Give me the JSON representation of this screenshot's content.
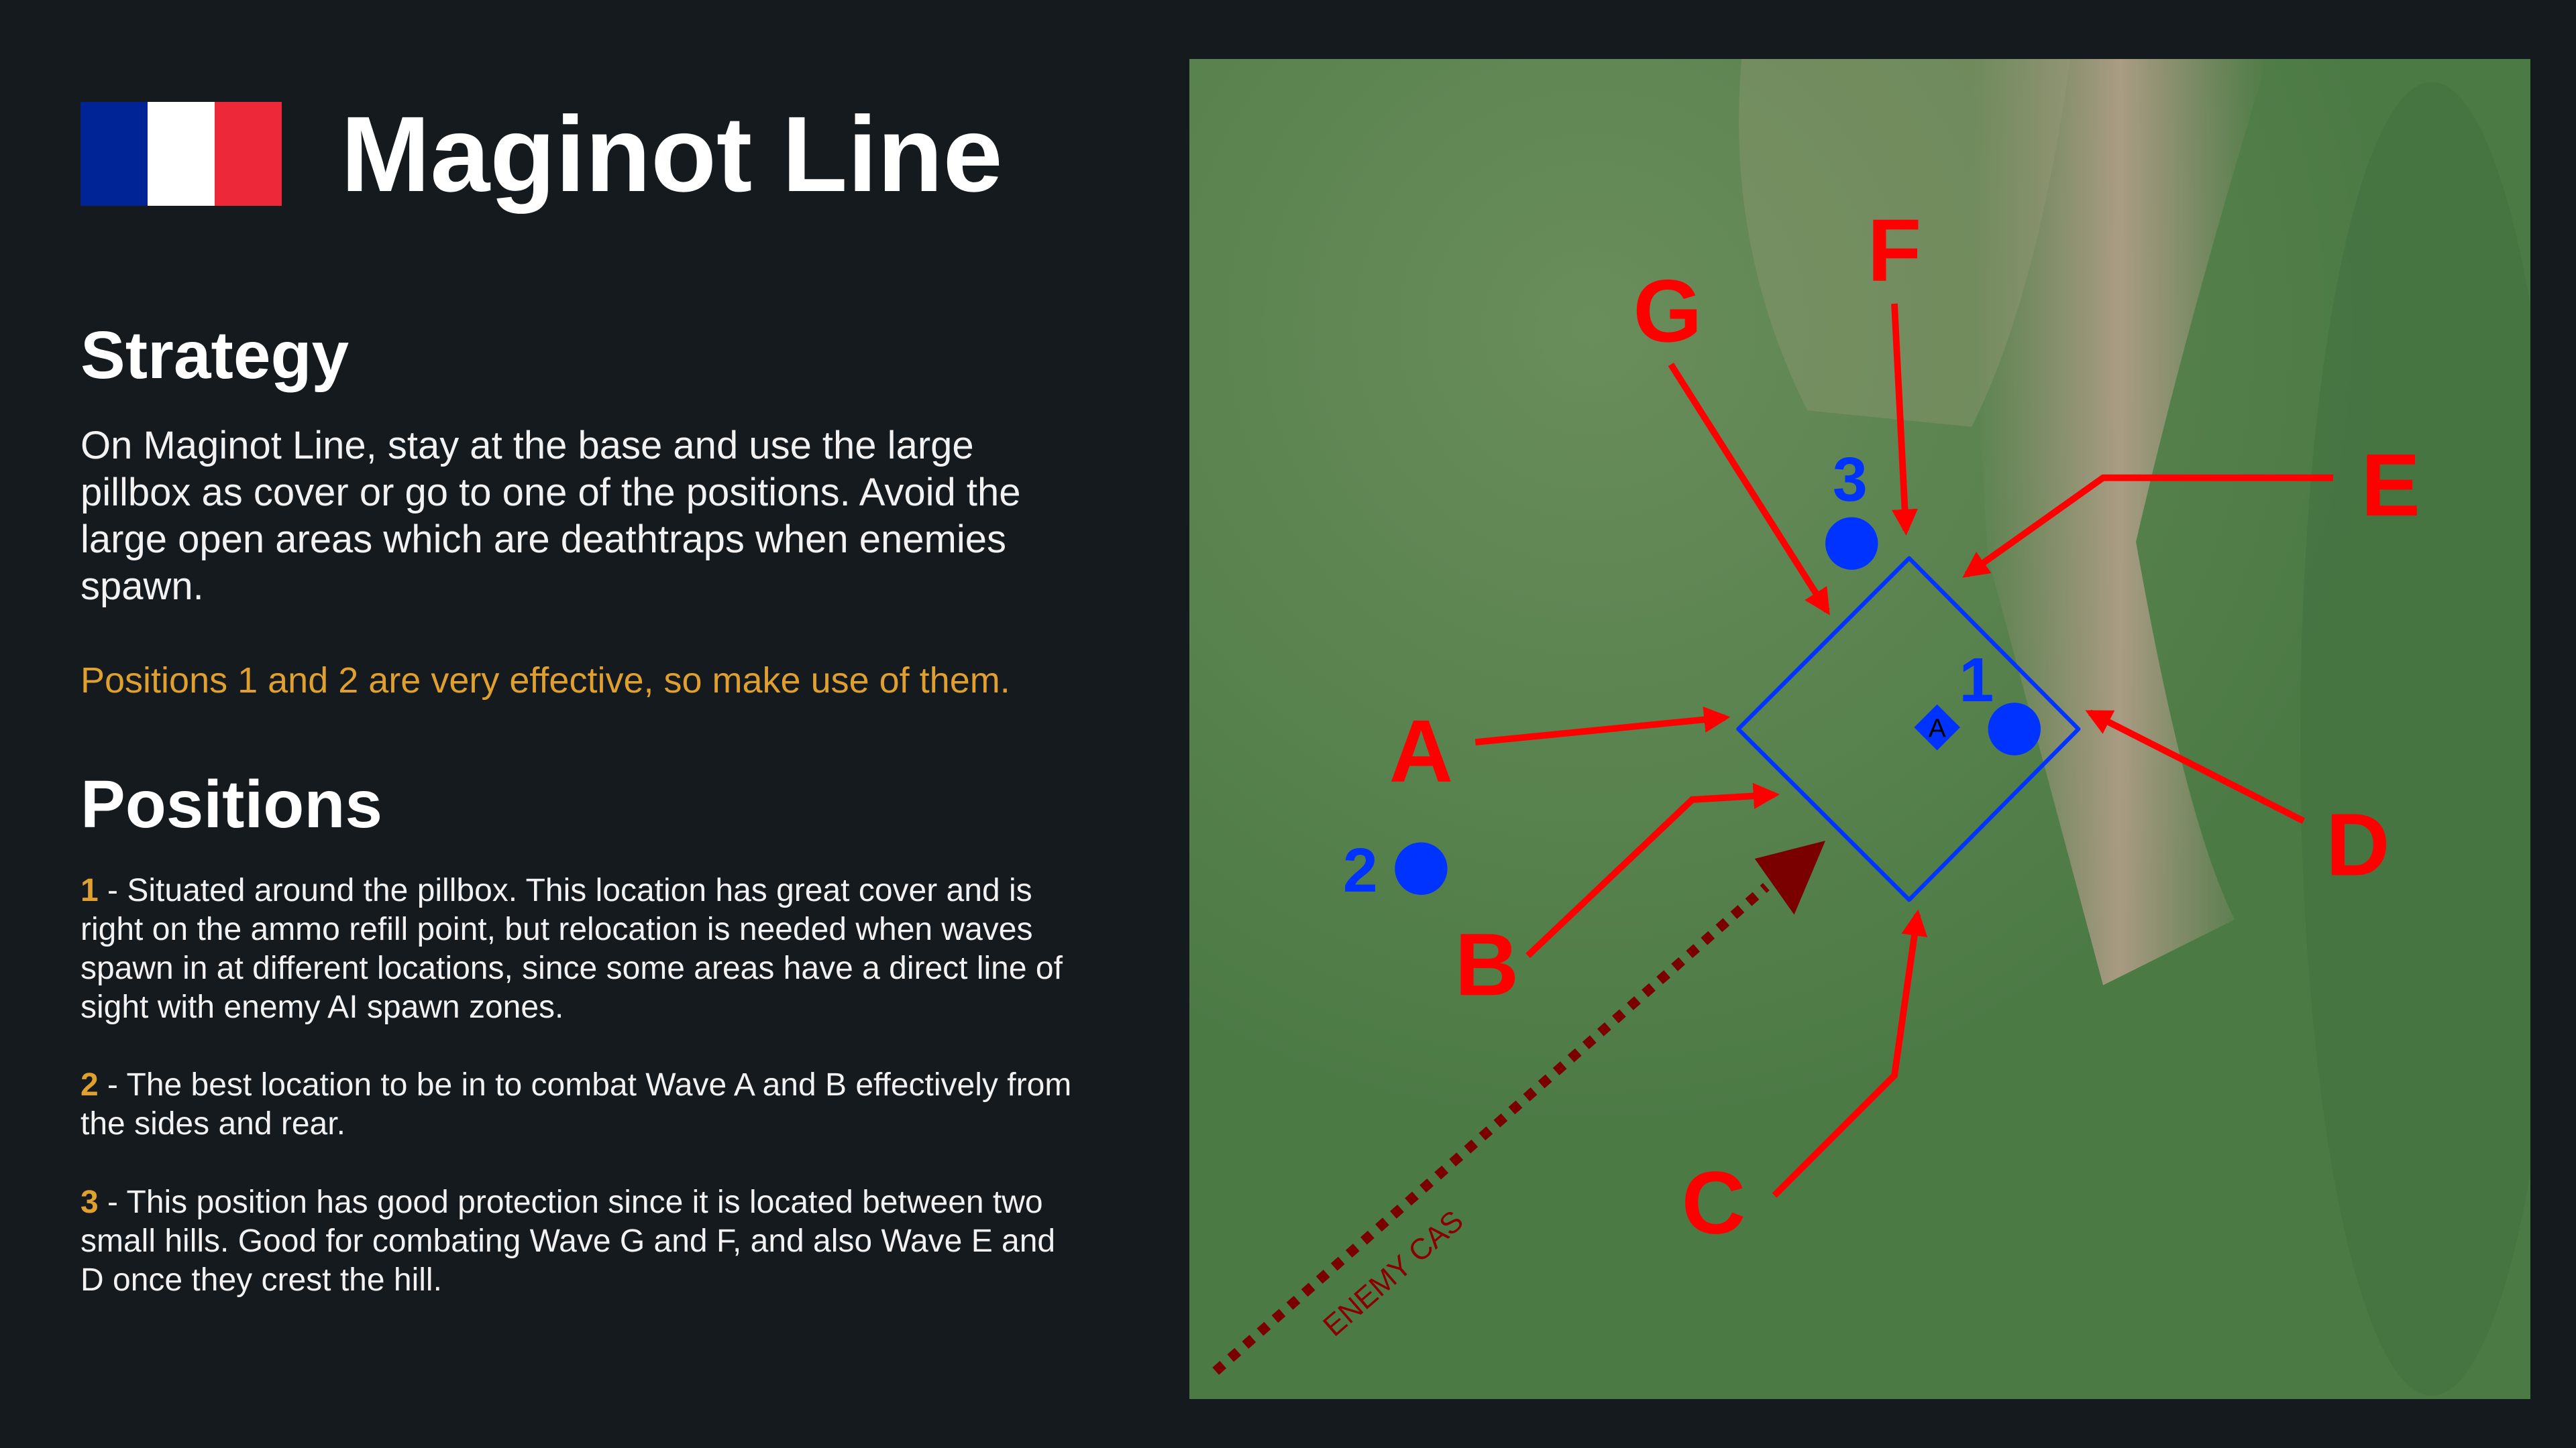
{
  "header": {
    "title": "Maginot Line",
    "flag_colors": [
      "#002395",
      "#ffffff",
      "#ed2939"
    ]
  },
  "strategy": {
    "heading": "Strategy",
    "text": "On Maginot Line, stay at the base and use the large pillbox as cover or go to one of the positions. Avoid the large open areas which are deathtraps when enemies spawn.",
    "highlight": "Positions 1 and 2 are very effective, so make use of them."
  },
  "positions": {
    "heading": "Positions",
    "items": [
      {
        "number": "1",
        "text": " - Situated around the pillbox. This location has great cover and is right on the ammo refill point, but relocation is needed when waves spawn in at different locations, since some areas have a direct line of sight with enemy AI spawn zones."
      },
      {
        "number": "2",
        "text": " - The best location to be in to combat Wave A and B effectively from the sides and rear."
      },
      {
        "number": "3",
        "text": " - This position has good protection since it is located between two small hills. Good for combating Wave G and F, and also Wave E and D once they crest the hill."
      }
    ]
  },
  "map": {
    "capture_point": "A",
    "position_labels": [
      "1",
      "2",
      "3"
    ],
    "wave_labels": [
      "A",
      "B",
      "C",
      "D",
      "E",
      "F",
      "G"
    ],
    "enemy_cas_label": "ENEMY CAS"
  },
  "colors": {
    "accent": "#e0a030",
    "position_blue": "#0033ff",
    "wave_red": "#ff0000",
    "cas_red": "#7a0000",
    "background": "#141a1e"
  }
}
